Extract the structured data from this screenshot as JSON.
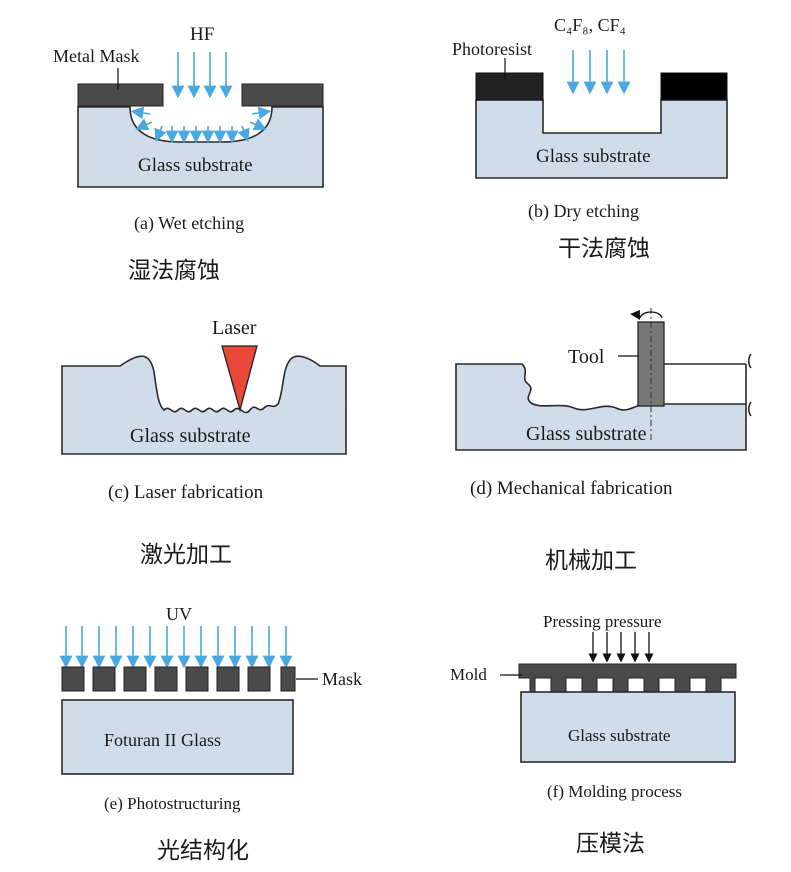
{
  "panel_a": {
    "beam_label": "HF",
    "mask_label": "Metal Mask",
    "substrate_label": "Glass substrate",
    "caption": "(a) Wet etching",
    "cn_caption": "湿法腐蚀"
  },
  "panel_b": {
    "gas_label": "C₄F₈, CF₄",
    "mask_label": "Photoresist",
    "substrate_label": "Glass substrate",
    "caption": "(b) Dry etching",
    "cn_caption": "干法腐蚀"
  },
  "panel_c": {
    "beam_label": "Laser",
    "substrate_label": "Glass substrate",
    "caption": "(c) Laser fabrication",
    "cn_caption": "激光加工"
  },
  "panel_d": {
    "tool_label": "Tool",
    "substrate_label": "Glass substrate",
    "caption": "(d) Mechanical fabrication",
    "cn_caption": "机械加工"
  },
  "panel_e": {
    "beam_label": "UV",
    "mask_label": "Mask",
    "substrate_label": "Foturan II Glass",
    "caption": "(e) Photostructuring",
    "cn_caption": "光结构化"
  },
  "panel_f": {
    "pressure_label": "Pressing pressure",
    "mold_label": "Mold",
    "substrate_label": "Glass substrate",
    "caption": "(f) Molding process",
    "cn_caption": "压模法"
  },
  "colors": {
    "substrate": "#d1dcea",
    "mask": "#4a4a4a",
    "beam_arrows": "#4aa8e0",
    "laser": "#e8473a"
  }
}
